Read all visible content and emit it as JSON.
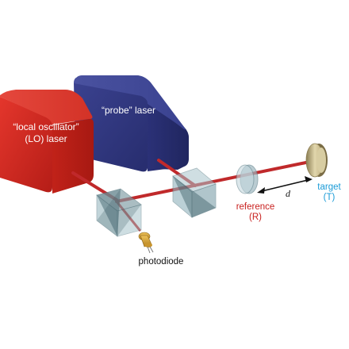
{
  "labels": {
    "lo_laser_line1": "“local oscillator”",
    "lo_laser_line2": "(LO) laser",
    "probe_laser": "“probe” laser",
    "photodiode": "photodiode",
    "reference_word": "reference",
    "reference_abbr": "(R)",
    "target_word": "target",
    "target_abbr": "(T)",
    "distance": "d"
  },
  "colors": {
    "lo_laser": "#d0281f",
    "probe_laser": "#2e3580",
    "beam": "#c0292b",
    "reference_text": "#c8201e",
    "target_text": "#1a9bd7",
    "optics_glass": "#7fa7b2",
    "photodiode_gold": "#d7a23a",
    "target_disk": "#d6c99a"
  }
}
